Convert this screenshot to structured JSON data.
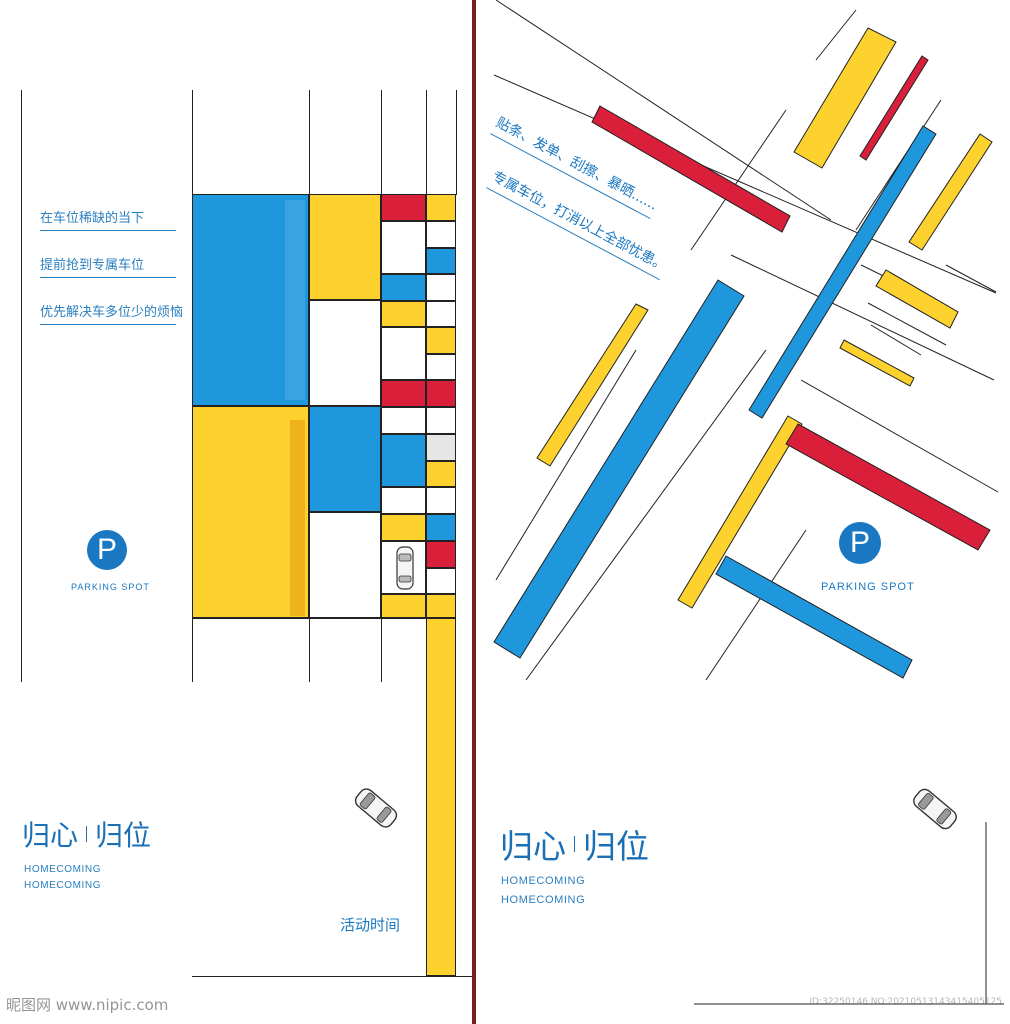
{
  "left": {
    "taglines": [
      "在车位稀缺的当下",
      "提前抢到专属车位",
      "优先解决车多位少的烦恼"
    ],
    "parking": {
      "letter": "P",
      "caption": "PARKING SPOT"
    },
    "brand": {
      "left": "归心",
      "right": "归位"
    },
    "en_lines": [
      "HOMECOMING",
      "HOMECOMING"
    ],
    "activity": "活动时间"
  },
  "right": {
    "diag_lines": [
      "贴条、发单、刮擦、暴晒......",
      "专属车位，打消以上全部忧患。"
    ],
    "parking": {
      "letter": "P",
      "caption": "PARKING SPOT"
    },
    "brand": {
      "left": "归心",
      "right": "归位"
    },
    "en_lines": [
      "HOMECOMING",
      "HOMECOMING"
    ]
  },
  "watermark": {
    "site": "昵图网 www.nipic.com",
    "id": "ID:32250146 NO:20210513143415405125"
  },
  "colors": {
    "blue": "#1e97dd",
    "yellow": "#fdd22e",
    "red": "#d91f3a",
    "text_blue": "#1a78c2",
    "divider": "#7a1f1f"
  }
}
